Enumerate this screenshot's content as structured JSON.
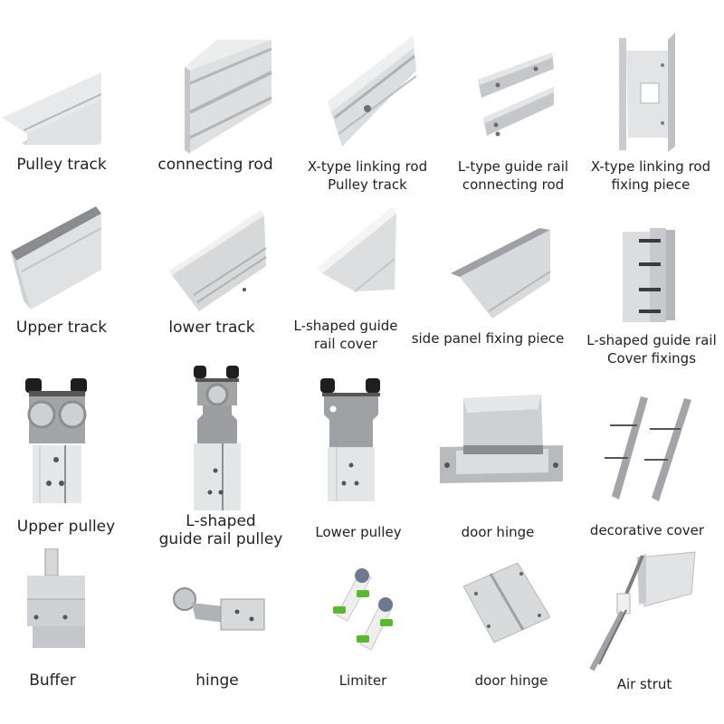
{
  "catalog": {
    "items": [
      {
        "label_lines": [
          "Pulley track"
        ],
        "icon": "pulley-track-icon"
      },
      {
        "label_lines": [
          "connecting rod"
        ],
        "icon": "connecting-rod-icon"
      },
      {
        "label_lines": [
          "X-type linking rod",
          "Pulley track"
        ],
        "icon": "x-type-pulley-track-icon"
      },
      {
        "label_lines": [
          "L-type guide rail",
          "connecting rod"
        ],
        "icon": "l-type-connecting-rod-icon"
      },
      {
        "label_lines": [
          "X-type linking rod",
          "fixing piece"
        ],
        "icon": "x-type-fixing-piece-icon"
      },
      {
        "label_lines": [
          "Upper track"
        ],
        "icon": "upper-track-icon"
      },
      {
        "label_lines": [
          "lower track"
        ],
        "icon": "lower-track-icon"
      },
      {
        "label_lines": [
          "L-shaped guide",
          "rail cover"
        ],
        "icon": "l-shaped-rail-cover-icon"
      },
      {
        "label_lines": [
          "side panel fixing piece"
        ],
        "icon": "side-panel-fixing-piece-icon"
      },
      {
        "label_lines": [
          "L-shaped guide rail",
          "Cover fixings"
        ],
        "icon": "cover-fixings-icon"
      },
      {
        "label_lines": [
          "Upper pulley"
        ],
        "icon": "upper-pulley-icon"
      },
      {
        "label_lines": [
          "L-shaped",
          "guide rail pulley"
        ],
        "icon": "l-shaped-rail-pulley-icon"
      },
      {
        "label_lines": [
          "Lower pulley"
        ],
        "icon": "lower-pulley-icon"
      },
      {
        "label_lines": [
          "door hinge"
        ],
        "icon": "door-hinge-bracket-icon"
      },
      {
        "label_lines": [
          "decorative cover"
        ],
        "icon": "decorative-cover-icon"
      },
      {
        "label_lines": [
          "Buffer"
        ],
        "icon": "buffer-icon"
      },
      {
        "label_lines": [
          "hinge"
        ],
        "icon": "hinge-icon"
      },
      {
        "label_lines": [
          "Limiter"
        ],
        "icon": "limiter-icon"
      },
      {
        "label_lines": [
          "door hinge"
        ],
        "icon": "door-hinge-plate-icon"
      },
      {
        "label_lines": [
          "Air strut"
        ],
        "icon": "air-strut-icon"
      }
    ]
  },
  "colors": {
    "background": "#ffffff",
    "aluminum": "#d9dadc",
    "aluminum_dark": "#a9abae",
    "roller_black": "#1e1e1e",
    "limiter_green": "#5cb82e",
    "text": "#222222"
  }
}
